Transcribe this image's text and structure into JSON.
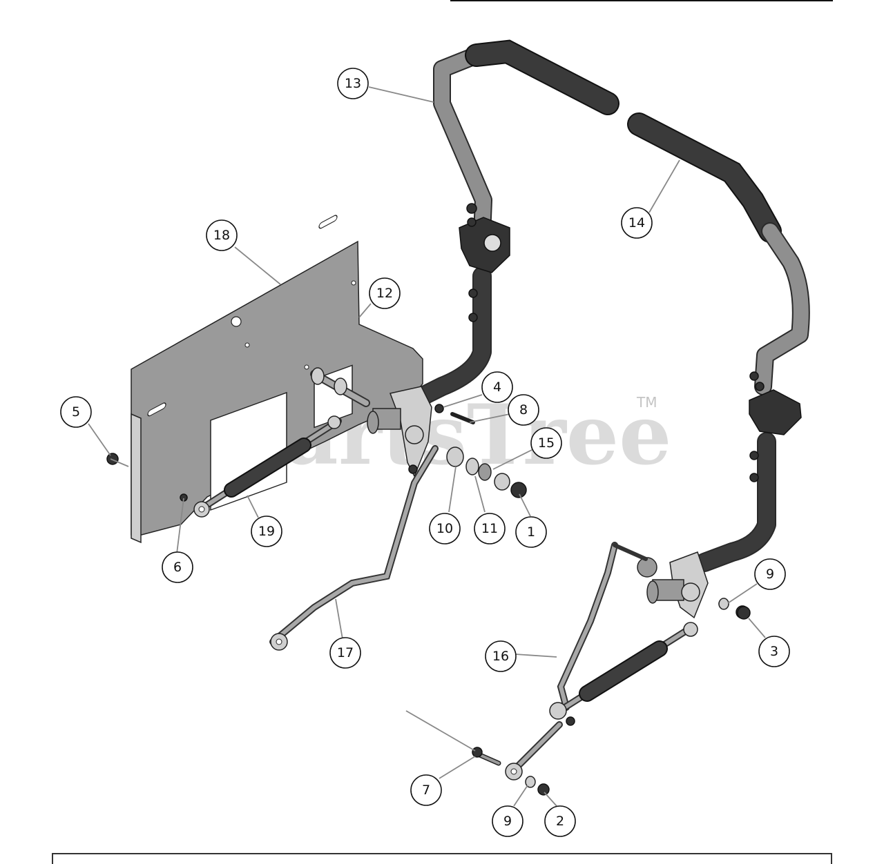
{
  "watermark": {
    "text": "PartsTree",
    "trademark": "TM"
  },
  "callouts": [
    {
      "id": "1"
    },
    {
      "id": "2"
    },
    {
      "id": "3"
    },
    {
      "id": "4"
    },
    {
      "id": "5"
    },
    {
      "id": "6"
    },
    {
      "id": "7"
    },
    {
      "id": "8"
    },
    {
      "id": "9"
    },
    {
      "id": "9"
    },
    {
      "id": "10"
    },
    {
      "id": "11"
    },
    {
      "id": "12"
    },
    {
      "id": "13"
    },
    {
      "id": "14"
    },
    {
      "id": "15"
    },
    {
      "id": "16"
    },
    {
      "id": "17"
    },
    {
      "id": "18"
    },
    {
      "id": "19"
    }
  ],
  "colors": {
    "steel": "#8f8f8f",
    "grip": "#3a3a3a",
    "plate": "#9a9a9a",
    "outline": "#111111"
  }
}
